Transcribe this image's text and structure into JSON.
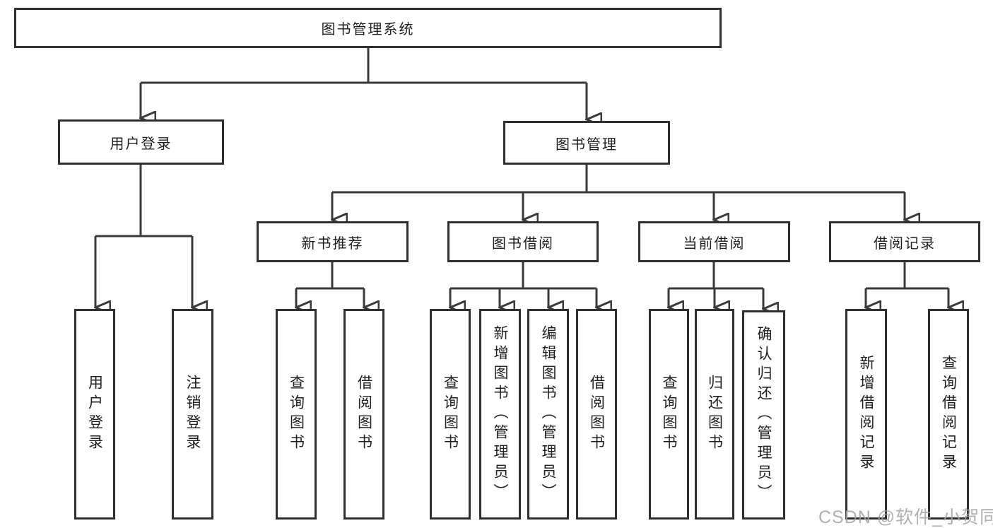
{
  "watermark": "CSDN @软件_小贺同学",
  "colors": {
    "line": "#3a3a3a",
    "box_border": "#303030",
    "text": "#1f1f1f",
    "watermark": "#a3a3a3",
    "background": "#ffffff"
  },
  "tree": {
    "label": "图书管理系统",
    "children": [
      {
        "label": "用户登录",
        "children": [
          {
            "label": "用户登录"
          },
          {
            "label": "注销登录"
          }
        ]
      },
      {
        "label": "图书管理",
        "children": [
          {
            "label": "新书推荐",
            "children": [
              {
                "label": "查询图书"
              },
              {
                "label": "借阅图书"
              }
            ]
          },
          {
            "label": "图书借阅",
            "children": [
              {
                "label": "查询图书"
              },
              {
                "label": "新增图书（管理员）"
              },
              {
                "label": "编辑图书（管理员）"
              },
              {
                "label": "借阅图书"
              }
            ]
          },
          {
            "label": "当前借阅",
            "children": [
              {
                "label": "查询图书"
              },
              {
                "label": "归还图书"
              },
              {
                "label": "确认归还（管理员）"
              }
            ]
          },
          {
            "label": "借阅记录",
            "children": [
              {
                "label": "新增借阅记录"
              },
              {
                "label": "查询借阅记录"
              }
            ]
          }
        ]
      }
    ]
  }
}
